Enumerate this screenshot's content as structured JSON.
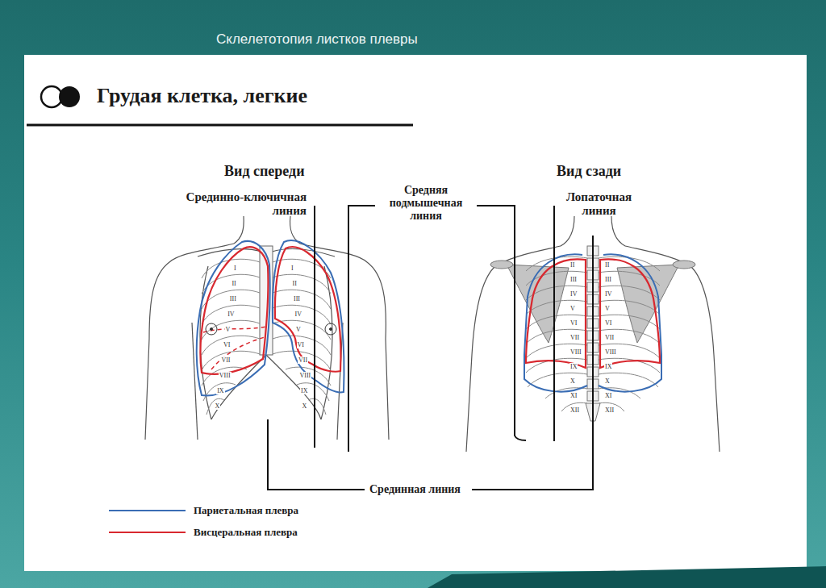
{
  "diagram": {
    "title": "Склелетотопия листков плевры",
    "labels": [
      "Грудая клетка, легкие",
      "Вид спереди",
      "Срединно-ключичная линия",
      "Средняя подмышечная линия",
      "Вид сзади",
      "Лопаточная линия",
      "Срединная линия",
      "I",
      "II",
      "III",
      "IV",
      "V",
      "VI",
      "VII",
      "VIII",
      "IX",
      "X",
      "I",
      "II",
      "III",
      "IV",
      "V",
      "VI",
      "VII",
      "VIII",
      "IX",
      "X",
      "II",
      "III",
      "IV",
      "V",
      "VI",
      "VII",
      "VIII",
      "IX",
      "X",
      "XI",
      "XII",
      "II",
      "III",
      "IV",
      "V",
      "VI",
      "VII",
      "VIII",
      "IX",
      "X",
      "XI",
      "XII"
    ],
    "legend": [
      {
        "text": "Париетальная плевра",
        "color": "#3a6db4"
      },
      {
        "text": "Висцеральная плевра",
        "color": "#d8282f"
      }
    ]
  }
}
